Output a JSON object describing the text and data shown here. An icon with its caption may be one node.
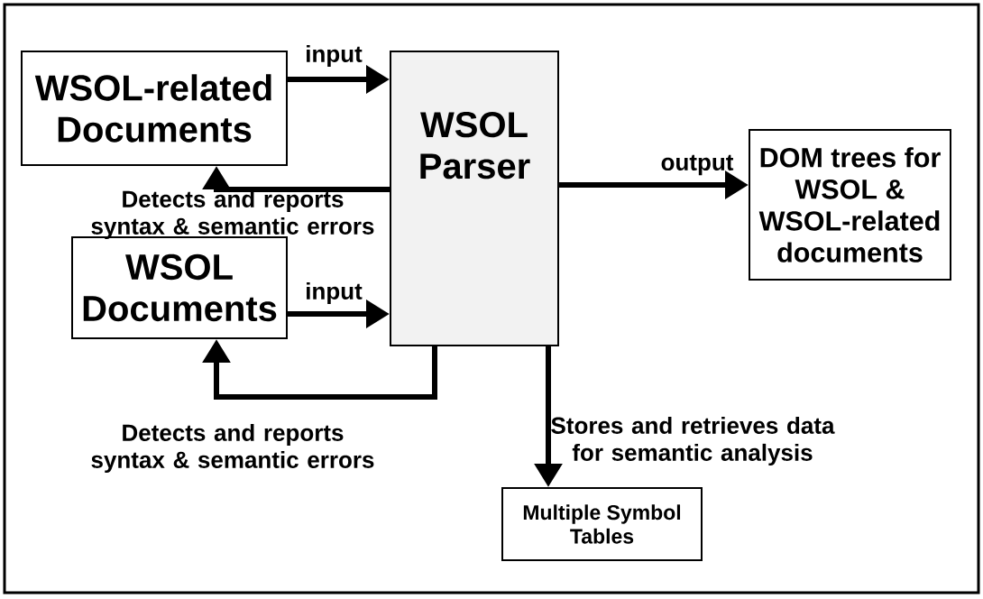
{
  "diagram": {
    "nodes": [
      {
        "text": [
          "WSOL-related Documents"
        ]
      },
      {
        "text": [
          "WSOL Parser"
        ]
      },
      {
        "text": [
          "DOM trees for WSOL & WSOL-related documents"
        ]
      },
      {
        "text": [
          "WSOL Documents"
        ]
      },
      {
        "text": [
          "Multiple Symbol Tables"
        ]
      }
    ],
    "edges": [
      {
        "from": 0,
        "to": 1,
        "arrow": "to",
        "label": "input"
      },
      {
        "from": 1,
        "to": 0,
        "arrow": "to",
        "label": "Detects and reports syntax & semantic errors"
      },
      {
        "from": 1,
        "to": 2,
        "arrow": "to",
        "label": "output"
      },
      {
        "from": 3,
        "to": 1,
        "arrow": "to",
        "label": "input"
      },
      {
        "from": 1,
        "to": 3,
        "arrow": "to",
        "label": "Detects and reports syntax & semantic errors"
      },
      {
        "from": 1,
        "to": 4,
        "arrow": "to",
        "label": "Stores and retrieves data for semantic analysis"
      }
    ]
  }
}
